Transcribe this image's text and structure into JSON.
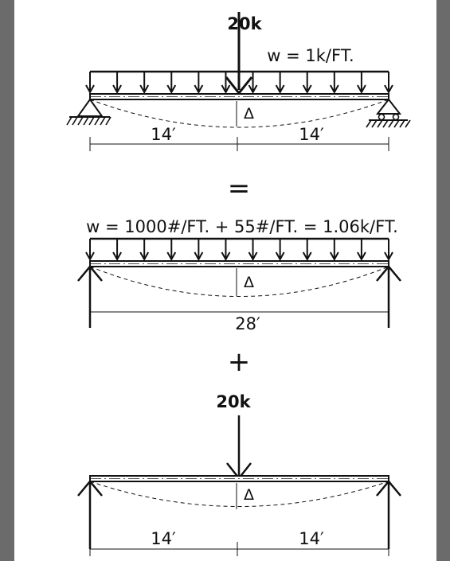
{
  "colors": {
    "frame": "#6b6b6b",
    "paper": "#ffffff",
    "ink": "#111111"
  },
  "diagram1": {
    "point_load": "20k",
    "udl": "w = 1k/FT.",
    "deflection": "Δ",
    "span_left": "14′",
    "span_right": "14′"
  },
  "equals": "=",
  "diagram2": {
    "udl": "w = 1000#/FT. + 55#/FT. = 1.06k/FT.",
    "deflection": "Δ",
    "span": "28′"
  },
  "plus": "+",
  "diagram3": {
    "point_load": "20k",
    "deflection": "Δ",
    "span_left": "14′",
    "span_right": "14′"
  }
}
